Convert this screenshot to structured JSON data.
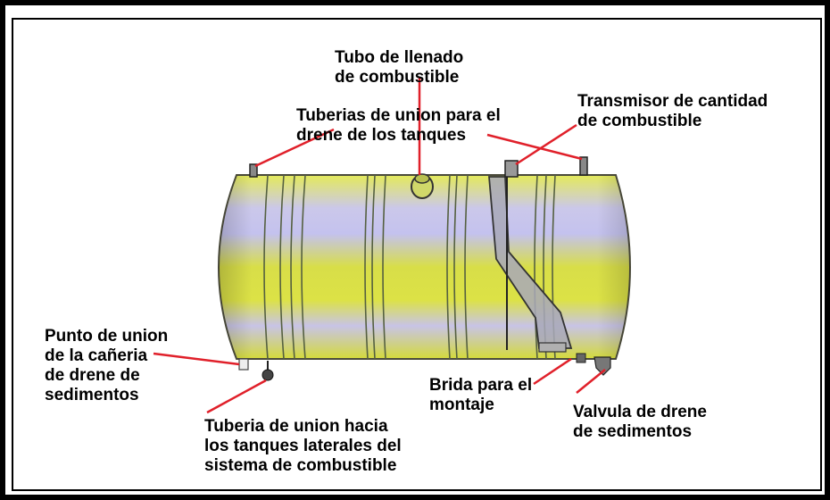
{
  "labels": {
    "filler_tube": "Tubo de llenado\nde combustible",
    "drain_pipes": "Tuberias de union para el\ndrene de los tanques",
    "fuel_transmitter": "Transmisor de cantidad\nde combustible",
    "sediment_drain_point": "Punto de union\nde la cañeria\nde drene de\nsedimentos",
    "mount_flange": "Brida para el\nmontaje",
    "sediment_drain_valve": "Valvula de drene\nde sedimentos",
    "lateral_pipe": "Tuberia de union hacia\nlos tanques laterales del\nsistema de combustible"
  },
  "colors": {
    "leader_line": "#e0202a",
    "tank_yellow": "#d4dc3c",
    "tank_lavender": "#c8c4e8"
  }
}
